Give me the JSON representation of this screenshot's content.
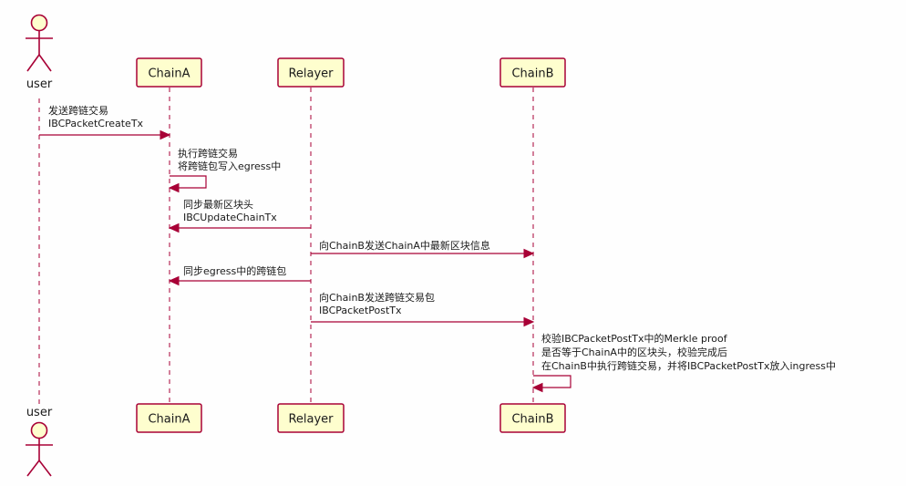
{
  "diagram": {
    "actor": {
      "label": "user"
    },
    "participants": [
      {
        "id": "chaina",
        "label": "ChainA"
      },
      {
        "id": "relayer",
        "label": "Relayer"
      },
      {
        "id": "chainb",
        "label": "ChainB"
      }
    ],
    "messages": [
      {
        "from": "user",
        "to": "chaina",
        "lines": [
          "发送跨链交易",
          "IBCPacketCreateTx"
        ]
      },
      {
        "from": "chaina",
        "to": "chaina",
        "lines": [
          "执行跨链交易",
          "将跨链包写入egress中"
        ]
      },
      {
        "from": "relayer",
        "to": "chaina",
        "lines": [
          "同步最新区块头",
          "IBCUpdateChainTx"
        ]
      },
      {
        "from": "relayer",
        "to": "chainb",
        "lines": [
          "向ChainB发送ChainA中最新区块信息"
        ]
      },
      {
        "from": "relayer",
        "to": "chaina",
        "lines": [
          "同步egress中的跨链包"
        ]
      },
      {
        "from": "relayer",
        "to": "chainb",
        "lines": [
          "向ChainB发送跨链交易包",
          "IBCPacketPostTx"
        ]
      },
      {
        "from": "chainb",
        "to": "chainb",
        "lines": [
          "校验IBCPacketPostTx中的Merkle proof",
          "是否等于ChainA中的区块头，校验完成后",
          "在ChainB中执行跨链交易，并将IBCPacketPostTx放入ingress中"
        ]
      }
    ]
  },
  "colors": {
    "box_fill": "#fefece",
    "border": "#a80036",
    "text": "#1a1a1a"
  }
}
